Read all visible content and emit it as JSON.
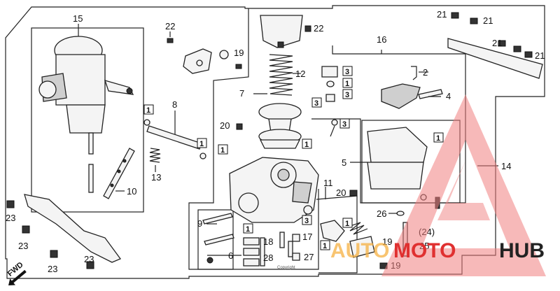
{
  "diagram": {
    "callouts": {
      "c2": "2",
      "c3": "3",
      "c4": "4",
      "c5": "5",
      "c6": "6",
      "c7": "7",
      "c8": "8",
      "c9": "9",
      "c10": "10",
      "c11": "11",
      "c12": "12",
      "c13": "13",
      "c14": "14",
      "c15": "15",
      "c16": "16",
      "c17": "17",
      "c18": "18",
      "c19": "19",
      "c20": "20",
      "c21": "21",
      "c22": "22",
      "c23": "23",
      "c24": "(24)",
      "c25": "25",
      "c26": "26",
      "c27": "27",
      "c28": "28"
    },
    "boxed_ref_1": "1",
    "boxed_ref_3": "3",
    "copyright": "Copyright",
    "fwd_label": "FWD"
  },
  "watermark": {
    "text_part1": "AUTO",
    "text_part2": "MOTO",
    "text_part3": "HUB",
    "colors": {
      "main": "#f08080",
      "accent": "#e03030",
      "dark": "#222222"
    }
  }
}
